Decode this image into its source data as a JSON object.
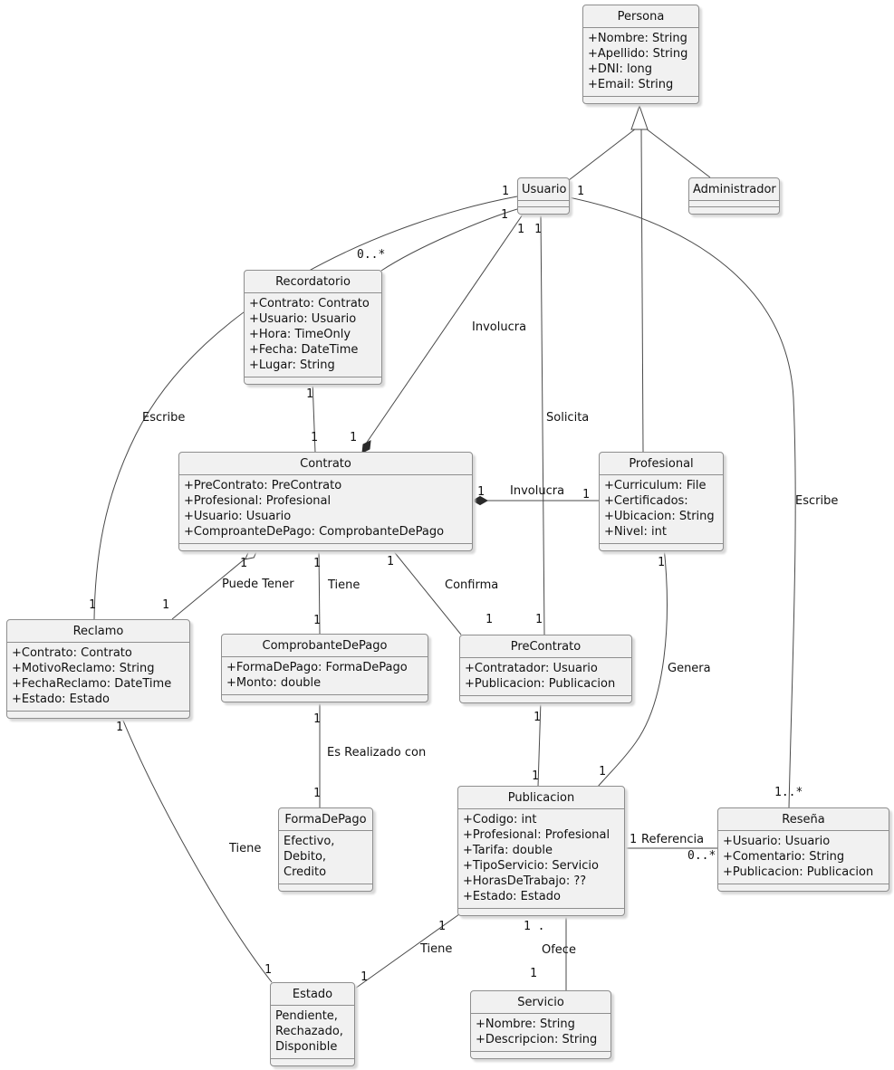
{
  "diagram": {
    "classes": [
      {
        "id": "persona",
        "name": "Persona",
        "attributes": [
          "+Nombre: String",
          "+Apellido: String",
          "+DNI: long",
          "+Email: String"
        ]
      },
      {
        "id": "usuario",
        "name": "Usuario",
        "attributes": []
      },
      {
        "id": "administrador",
        "name": "Administrador",
        "attributes": []
      },
      {
        "id": "recordatorio",
        "name": "Recordatorio",
        "attributes": [
          "+Contrato: Contrato",
          "+Usuario: Usuario",
          "+Hora: TimeOnly",
          "+Fecha: DateTime",
          "+Lugar: String"
        ]
      },
      {
        "id": "contrato",
        "name": "Contrato",
        "attributes": [
          "+PreContrato: PreContrato",
          "+Profesional: Profesional",
          "+Usuario: Usuario",
          "+ComproanteDePago: ComprobanteDePago"
        ]
      },
      {
        "id": "profesional",
        "name": "Profesional",
        "attributes": [
          "+Curriculum: File",
          "+Certificados:",
          "+Ubicacion: String",
          "+Nivel: int"
        ]
      },
      {
        "id": "reclamo",
        "name": "Reclamo",
        "attributes": [
          "+Contrato: Contrato",
          "+MotivoReclamo: String",
          "+FechaReclamo: DateTime",
          "+Estado: Estado"
        ]
      },
      {
        "id": "comprobantedepago",
        "name": "ComprobanteDePago",
        "attributes": [
          "+FormaDePago: FormaDePago",
          "+Monto: double"
        ]
      },
      {
        "id": "precontrato",
        "name": "PreContrato",
        "attributes": [
          "+Contratador: Usuario",
          "+Publicacion: Publicacion"
        ]
      },
      {
        "id": "formadepago",
        "name": "FormaDePago",
        "attributes": [
          "Efectivo,",
          "Debito,",
          "Credito"
        ]
      },
      {
        "id": "publicacion",
        "name": "Publicacion",
        "attributes": [
          "+Codigo: int",
          "+Profesional: Profesional",
          "+Tarifa: double",
          "+TipoServicio: Servicio",
          "+HorasDeTrabajo: ??",
          "+Estado: Estado"
        ]
      },
      {
        "id": "resena",
        "name": "Reseña",
        "attributes": [
          "+Usuario: Usuario",
          "+Comentario: String",
          "+Publicacion: Publicacion"
        ]
      },
      {
        "id": "estado",
        "name": "Estado",
        "attributes": [
          "Pendiente,",
          "Rechazado,",
          "Disponible"
        ]
      },
      {
        "id": "servicio",
        "name": "Servicio",
        "attributes": [
          "+Nombre: String",
          "+Descripcion: String"
        ]
      }
    ],
    "edge_labels": {
      "escribe_left": "Escribe",
      "escribe_right": "Escribe",
      "involucra_usuario": "Involucra",
      "solicita": "Solicita",
      "involucra_prof": "Involucra",
      "puede_tener": "Puede Tener",
      "tiene_contrato": "Tiene",
      "confirma": "Confirma",
      "es_realizado": "Es Realizado con",
      "genera": "Genera",
      "referencia": "Referencia",
      "tiene_reclamo": "Tiene",
      "tiene_publicacion": "Tiene",
      "ofece": "Ofece",
      "m_u_escribe_l": "1",
      "m_u_recordatorio": "1",
      "m_u_involucra": "1",
      "m_u_solicita": "1",
      "m_u_escribe_r": "1",
      "m_recordatorio_many": "0..*",
      "m_recordatorio_b": "1",
      "m_contrato_rec": "1",
      "m_contrato_inv": "1",
      "m_invh_contrato": "1",
      "m_invh_prof": "1",
      "m_reclamo_l": "1",
      "m_reclamo_r": "1",
      "m_puedetener": "1",
      "m_tiene_t": "1",
      "m_confirma_t": "1",
      "m_tiene_b": "1",
      "m_confirma_b": "1",
      "m_solicita_b": "1",
      "m_genera_t": "1",
      "m_esreal_t": "1",
      "m_esreal_b": "1",
      "m_precon_b": "1",
      "m_pub_t": "1",
      "m_genera_b": "1",
      "m_resena_t": "1..*",
      "m_ref_l": "1",
      "m_ref_r": "0..*",
      "m_reclamo_b": "1",
      "m_estado_tl": "1",
      "m_tienepub_t": "1",
      "m_tienepub_b": "1",
      "m_ofece_t": "1 .",
      "m_ofece_b": "1"
    }
  }
}
